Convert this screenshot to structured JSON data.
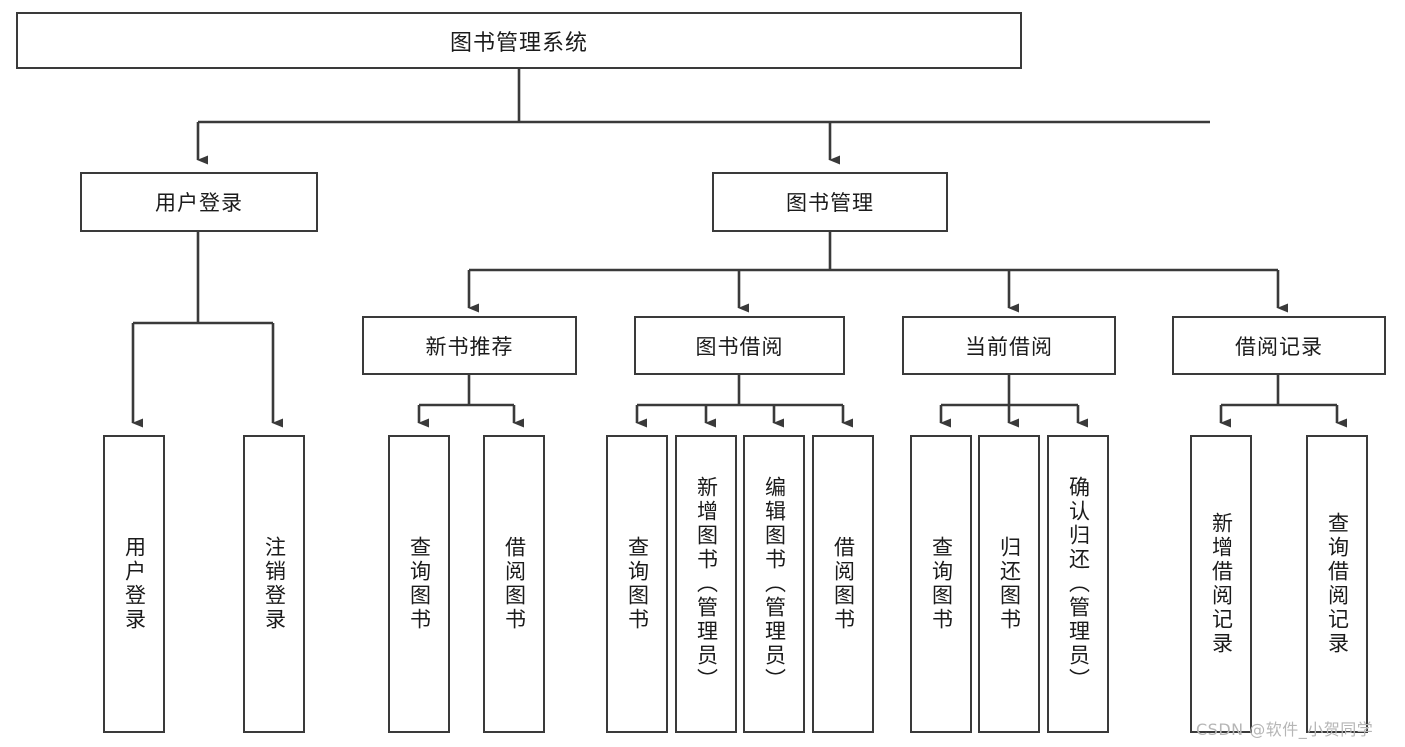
{
  "diagram": {
    "type": "tree",
    "title": "图书管理系统",
    "root": {
      "label": "图书管理系统"
    },
    "level1": [
      {
        "label": "用户登录"
      },
      {
        "label": "图书管理"
      }
    ],
    "level2": [
      {
        "label": "新书推荐"
      },
      {
        "label": "图书借阅"
      },
      {
        "label": "当前借阅"
      },
      {
        "label": "借阅记录"
      }
    ],
    "leaves": {
      "user_login": [
        {
          "label": "用户登录"
        },
        {
          "label": "注销登录"
        }
      ],
      "new_book_recommend": [
        {
          "label": "查询图书"
        },
        {
          "label": "借阅图书"
        }
      ],
      "book_borrow": [
        {
          "label": "查询图书"
        },
        {
          "label": "新增图书（管理员）"
        },
        {
          "label": "编辑图书（管理员）"
        },
        {
          "label": "借阅图书"
        }
      ],
      "current_borrow": [
        {
          "label": "查询图书"
        },
        {
          "label": "归还图书"
        },
        {
          "label": "确认归还（管理员）"
        }
      ],
      "borrow_record": [
        {
          "label": "新增借阅记录"
        },
        {
          "label": "查询借阅记录"
        }
      ]
    }
  },
  "watermark": {
    "text": "CSDN @软件_小贺同学"
  },
  "colors": {
    "stroke": "#3a3a3a",
    "fill": "#ffffff",
    "text": "#1b1b1b",
    "watermark": "#b6b6b6"
  }
}
